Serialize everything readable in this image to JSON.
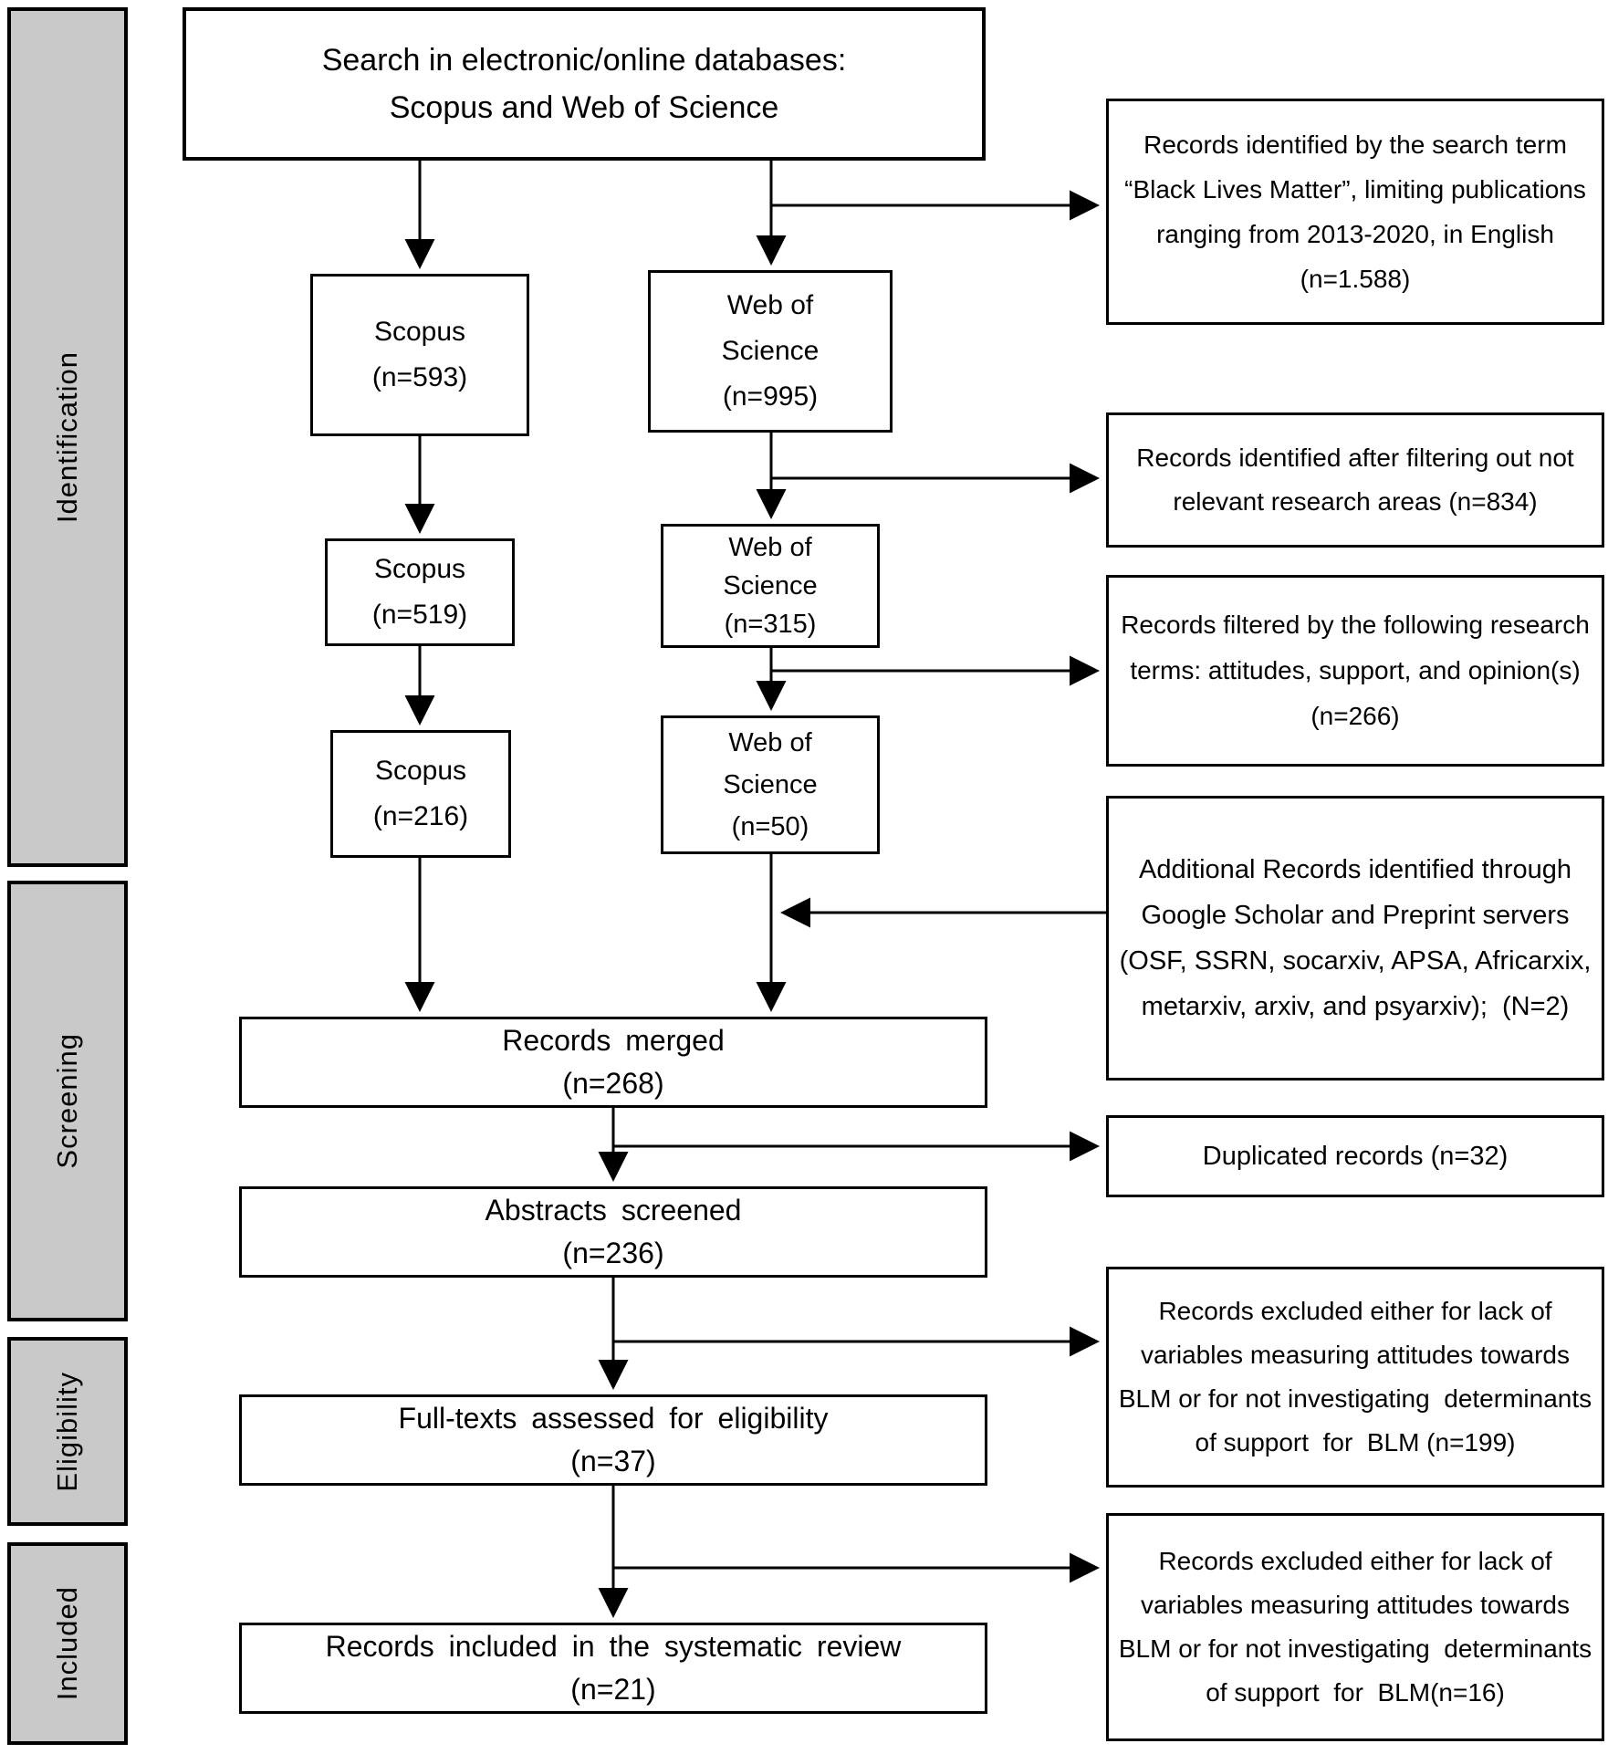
{
  "colors": {
    "stage_fill": "#c9c9c9",
    "line": "#000000",
    "box_fill": "#ffffff"
  },
  "stages": [
    {
      "label": "Identification"
    },
    {
      "label": "Screening"
    },
    {
      "label": "Eligibility"
    },
    {
      "label": "Included"
    }
  ],
  "nodes": {
    "search": {
      "lines": [
        "Search in electronic/online databases:",
        "Scopus and Web of Science"
      ]
    },
    "scopus1": {
      "lines": [
        "Scopus",
        "(n=593)"
      ]
    },
    "wos1": {
      "lines": [
        "Web of",
        "Science",
        "(n=995)"
      ]
    },
    "scopus2": {
      "lines": [
        "Scopus",
        "(n=519)"
      ]
    },
    "wos2": {
      "lines": [
        "Web of",
        "Science",
        "(n=315)"
      ]
    },
    "scopus3": {
      "lines": [
        "Scopus",
        "(n=216)"
      ]
    },
    "wos3": {
      "lines": [
        "Web of",
        "Science",
        "(n=50)"
      ]
    },
    "merged": {
      "lines": [
        "Records merged",
        "(n=268)"
      ]
    },
    "abstracts": {
      "lines": [
        "Abstracts screened",
        "(n=236)"
      ]
    },
    "fulltexts": {
      "lines": [
        "Full-texts assessed for eligibility",
        "(n=37)"
      ]
    },
    "included": {
      "lines": [
        "Records included in the systematic review",
        "(n=21)"
      ]
    }
  },
  "notes": {
    "search_term": {
      "text": "Records identified by the search term “Black Lives Matter”, limiting publications ranging from 2013-2020, in English  (n=1.588)"
    },
    "filtered_areas": {
      "text": "Records identified after filtering out not relevant research areas (n=834)"
    },
    "filtered_terms": {
      "text": "Records filtered by the following research terms: attitudes, support, and opinion(s)  (n=266)"
    },
    "additional_records": {
      "text": "Additional Records identified through Google Scholar and Preprint servers (OSF, SSRN, socarxiv, APSA, Africarxix, metarxiv, arxiv, and psyarxiv);  (N=2)"
    },
    "duplicated": {
      "text": "Duplicated records (n=32)"
    },
    "excluded_199": {
      "text": "Records excluded either for lack of variables measuring attitudes towards BLM or for not investigating  determinants of support  for  BLM (n=199)"
    },
    "excluded_16": {
      "text": "Records excluded either for lack of variables measuring attitudes towards BLM or for not investigating  determinants of support  for  BLM(n=16)"
    }
  }
}
